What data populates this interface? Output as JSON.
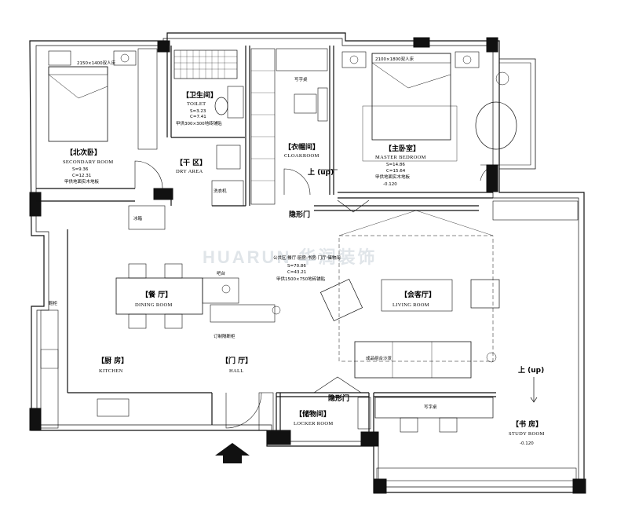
{
  "watermark": "HUARUN 华润装饰",
  "rooms": {
    "secondary_bedroom": {
      "zh": "【北次卧】",
      "en": "SECONDARY ROOM",
      "area": "S=9.36",
      "perimeter": "C=12.31",
      "note": "甲供地面实木地板",
      "bed": "2150×1400双人床"
    },
    "toilet": {
      "zh": "【卫生间】",
      "en": "TOILET",
      "area": "S=3.23",
      "perimeter": "C=7.41",
      "note": "甲供300×300地砖铺贴"
    },
    "dry_area": {
      "zh": "【干 区】",
      "en": "DRY AREA"
    },
    "cloakroom": {
      "zh": "【衣帽间】",
      "en": "CLOAKROOM"
    },
    "master_bedroom": {
      "zh": "【主卧室】",
      "en": "MASTER BEDROOM",
      "area": "S=14.86",
      "perimeter": "C=15.64",
      "note": "甲供地面实木地板",
      "level": "-0.120",
      "bed": "2100×1800双人床"
    },
    "dining": {
      "zh": "【餐 厅】",
      "en": "DINING ROOM"
    },
    "living": {
      "zh": "【会客厅】",
      "en": "LIVING ROOM"
    },
    "kitchen": {
      "zh": "【厨 房】",
      "en": "KITCHEN"
    },
    "hall": {
      "zh": "【门 厅】",
      "en": "HALL"
    },
    "locker": {
      "zh": "【储物间】",
      "en": "LOCKER ROOM"
    },
    "study": {
      "zh": "【书 房】",
      "en": "STUDY ROOM",
      "level": "-0.120"
    }
  },
  "labels": {
    "up_1": "上 (up)",
    "up_2": "上 (up)",
    "hidden_door_1": "隐形门",
    "hidden_door_2": "隐形门",
    "bar": "吧台",
    "partition": "订制隔断柜",
    "desk_1": "写字桌",
    "desk_2": "写字桌",
    "sofa": "成品组合沙发",
    "public_area": "公共区·餐厅·厨房·书房·门厅·储物间",
    "public_area_s": "S=70.86",
    "public_area_c": "C=43.21",
    "public_area_note": "甲供1500×750地砖铺贴",
    "shoe_cabinet": "鞋柜",
    "washer": "洗衣机",
    "fridge": "冰箱"
  }
}
